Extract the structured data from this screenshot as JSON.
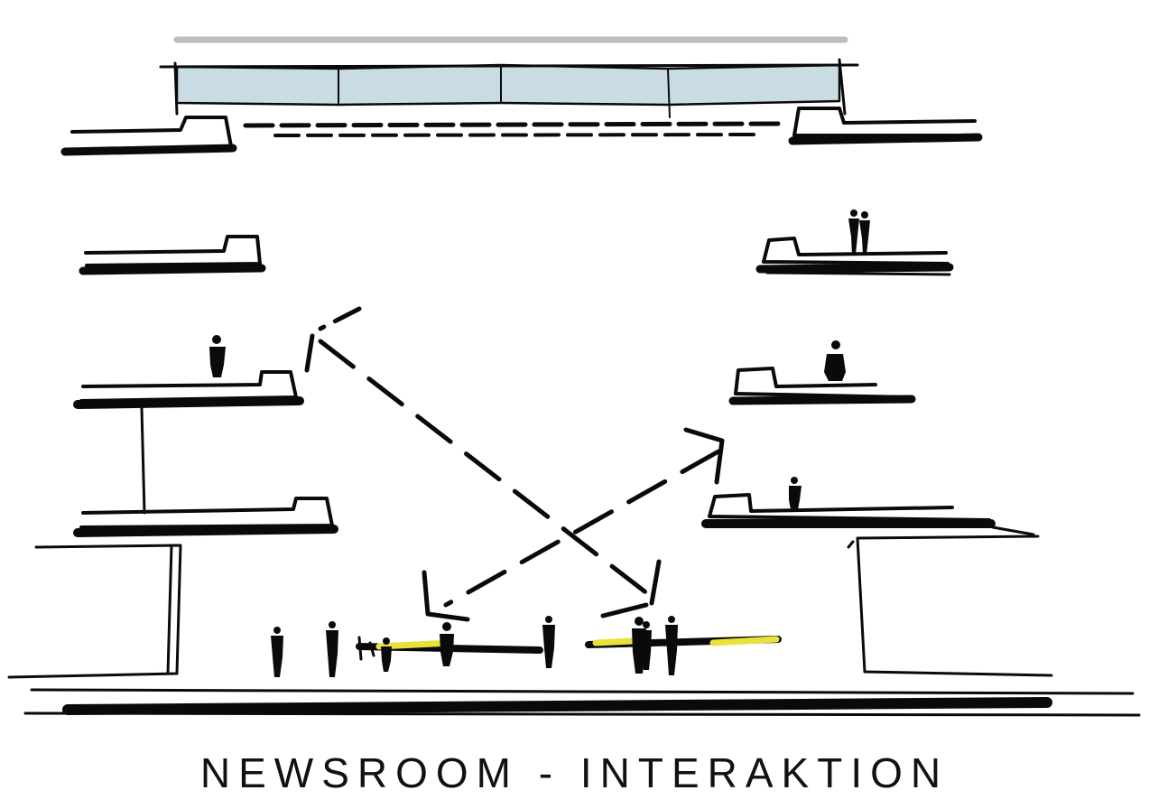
{
  "caption": "NEWSROOM - INTERAKTION",
  "colors": {
    "ink": "#0a0a0a",
    "skylight_glass": "#c9dce3",
    "skylight_shadow": "#bdbdbd",
    "desk_highlight": "#e9e23a"
  },
  "elements": {
    "people_count": 13,
    "balcony_levels_per_side": 3
  }
}
